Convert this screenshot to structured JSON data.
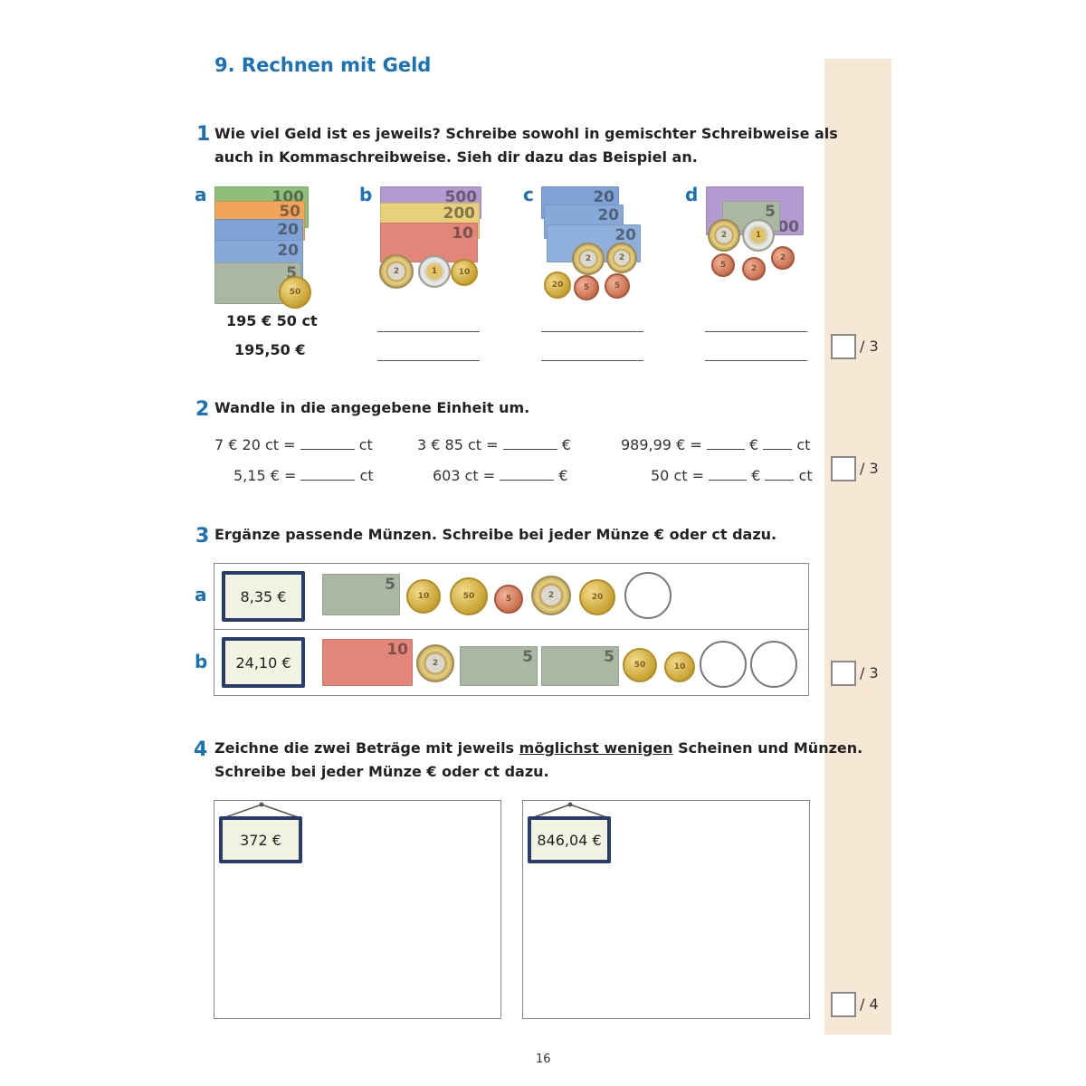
{
  "title": "9. Rechnen mit Geld",
  "page_number": "16",
  "task1": {
    "number": "1",
    "instruction_line1": "Wie viel Geld ist es jeweils? Schreibe sowohl in gemischter Schreibweise als",
    "instruction_line2": "auch in Kommaschreibweise. Sieh dir dazu das Beispiel an.",
    "labels": [
      "a",
      "b",
      "c",
      "d"
    ],
    "example_mixed": "195 € 50 ct",
    "example_comma": "195,50 €",
    "score": "/ 3"
  },
  "task2": {
    "number": "2",
    "instruction": "Wandle in die angegebene Einheit um.",
    "row1": {
      "ex1_left": "7 € 20 ct =",
      "ex1_unit": "ct",
      "ex2_left": "3 € 85 ct =",
      "ex2_unit": "€",
      "ex3_left": "989,99 € =",
      "ex3_unit1": "€",
      "ex3_unit2": "ct"
    },
    "row2": {
      "ex1_left": "5,15 € =",
      "ex1_unit": "ct",
      "ex2_left": "603 ct =",
      "ex2_unit": "€",
      "ex3_left": "50 ct =",
      "ex3_unit1": "€",
      "ex3_unit2": "ct"
    },
    "score": "/ 3"
  },
  "task3": {
    "number": "3",
    "instruction": "Ergänze passende Münzen. Schreibe bei jeder Münze € oder ct dazu.",
    "row_a": {
      "label": "a",
      "amount": "8,35 €"
    },
    "row_b": {
      "label": "b",
      "amount": "24,10 €"
    },
    "score": "/ 3"
  },
  "task4": {
    "number": "4",
    "instruction_line1_a": "Zeichne die zwei Beträge mit jeweils ",
    "instruction_line1_u": "möglichst wenigen",
    "instruction_line1_b": " Scheinen und Münzen.",
    "instruction_line2": "Schreibe bei jeder Münze € oder ct dazu.",
    "amount_left": "372 €",
    "amount_right": "846,04 €",
    "score": "/ 4"
  },
  "money": {
    "note_100": "100",
    "note_50": "50",
    "note_20": "20",
    "note_10": "10",
    "note_5": "5",
    "note_500": "500",
    "note_200": "200",
    "coin_2": "2",
    "coin_1": "1",
    "coin_50": "50",
    "coin_20": "20",
    "coin_10": "10",
    "coin_5": "5",
    "coin_2c": "2"
  },
  "colors": {
    "accent_blue": "#1a72b5",
    "sidebar": "#f7e8d6",
    "sign_frame": "#2a3b6e",
    "note_100": "#8fbf7a",
    "note_50": "#f0a55a",
    "note_20": "#7fa3d6",
    "note_10": "#e4857a",
    "note_5": "#a9b7a3",
    "note_500": "#b39ad0",
    "note_200": "#e8d07a"
  }
}
